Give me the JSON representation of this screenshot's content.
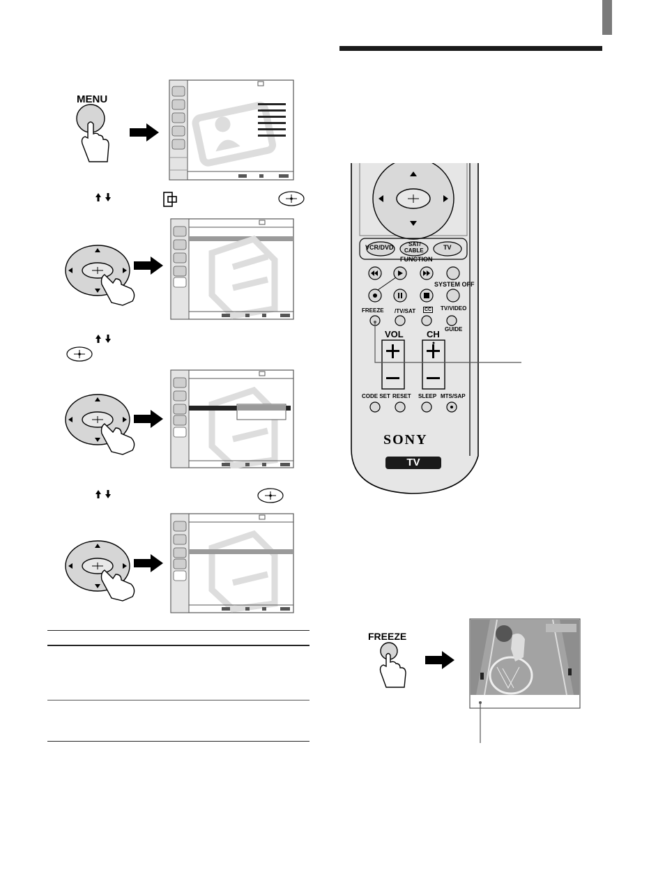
{
  "page": {
    "menu_button_label": "MENU",
    "freeze_button_label": "FREEZE"
  },
  "remote": {
    "top_buttons": [
      "VCR/DVD",
      "SAT/\nCABLE",
      "TV"
    ],
    "sat_cable_line1": "SAT/",
    "sat_cable_line2": "CABLE",
    "function_label": "FUNCTION",
    "system_off": "SYSTEM OFF",
    "freeze": "FREEZE",
    "tv_sat": "/TV/SAT",
    "cc": "CC",
    "tv_video": "TV/VIDEO",
    "guide": "GUIDE",
    "vol": "VOL",
    "ch": "CH",
    "code_set": "CODE SET",
    "reset": "RESET",
    "sleep": "SLEEP",
    "mts_sap": "MTS/SAP",
    "brand": "SONY",
    "tv_badge": "TV"
  },
  "colors": {
    "remote_body": "#e6e6e6",
    "remote_button": "#d9d9d9",
    "tab_marker": "#7a7a7a",
    "menu_highlight": "#9a9a9a"
  },
  "icons": [
    "arrow-up-icon",
    "arrow-down-icon",
    "enter-icon",
    "setup-icon"
  ]
}
